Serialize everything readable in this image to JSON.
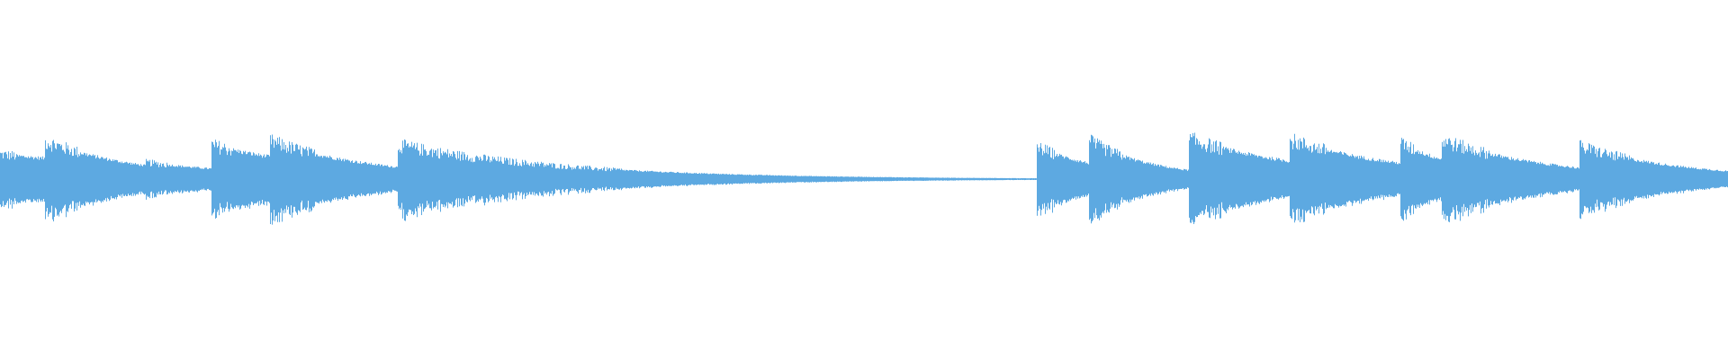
{
  "waveform": {
    "color": "#5DA9E1",
    "background": "#FFFFFF",
    "segments": [
      {
        "start": 0.0,
        "end": 0.026,
        "amp_start": 0.62,
        "amp_end": 0.52
      },
      {
        "start": 0.026,
        "end": 0.084,
        "amp_start": 0.95,
        "amp_end": 0.34
      },
      {
        "start": 0.084,
        "end": 0.122,
        "amp_start": 0.42,
        "amp_end": 0.26
      },
      {
        "start": 0.122,
        "end": 0.156,
        "amp_start": 0.85,
        "amp_end": 0.56
      },
      {
        "start": 0.156,
        "end": 0.23,
        "amp_start": 0.95,
        "amp_end": 0.3
      },
      {
        "start": 0.23,
        "end": 0.6,
        "amp_start": 0.85,
        "amp_end": 0.02
      },
      {
        "start": 0.6,
        "end": 0.63,
        "amp_start": 0.8,
        "amp_end": 0.4
      },
      {
        "start": 0.63,
        "end": 0.688,
        "amp_start": 0.95,
        "amp_end": 0.22
      },
      {
        "start": 0.688,
        "end": 0.746,
        "amp_start": 1.0,
        "amp_end": 0.45
      },
      {
        "start": 0.746,
        "end": 0.81,
        "amp_start": 0.98,
        "amp_end": 0.4
      },
      {
        "start": 0.81,
        "end": 0.834,
        "amp_start": 0.9,
        "amp_end": 0.5
      },
      {
        "start": 0.834,
        "end": 0.914,
        "amp_start": 0.98,
        "amp_end": 0.28
      },
      {
        "start": 0.914,
        "end": 1.0,
        "amp_start": 0.82,
        "amp_end": 0.2
      }
    ]
  }
}
